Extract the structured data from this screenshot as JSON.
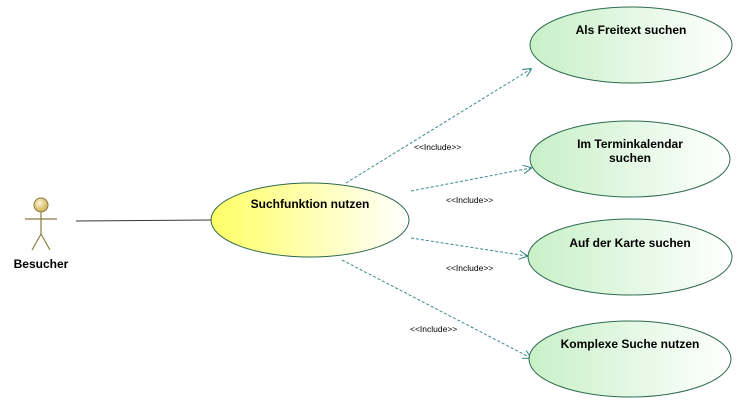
{
  "diagram": {
    "actor": {
      "name": "Besucher"
    },
    "main_use_case": {
      "label": "Suchfunktion nutzen"
    },
    "include_use_cases": [
      {
        "lines": [
          "Als Freitext suchen"
        ]
      },
      {
        "lines": [
          "Im Terminkalendar",
          "suchen"
        ]
      },
      {
        "lines": [
          "Auf der Karte suchen"
        ]
      },
      {
        "lines": [
          "Komplexe Suche nutzen"
        ]
      }
    ],
    "include_relations": [
      {
        "stereotype": "<<Include>>"
      },
      {
        "stereotype": "<<Include>>"
      },
      {
        "stereotype": "<<Include>>"
      },
      {
        "stereotype": "<<Include>>"
      }
    ],
    "colors": {
      "main_fill_start": "#ffff66",
      "main_fill_end": "#ffffff",
      "include_fill_start": "#c8f0c8",
      "include_fill_end": "#ffffff",
      "ellipse_stroke": "#2e6b4f",
      "relation_stroke": "#3a8a8a",
      "actor_fill": "#e8d8a0",
      "actor_stroke": "#8a7a40"
    }
  }
}
